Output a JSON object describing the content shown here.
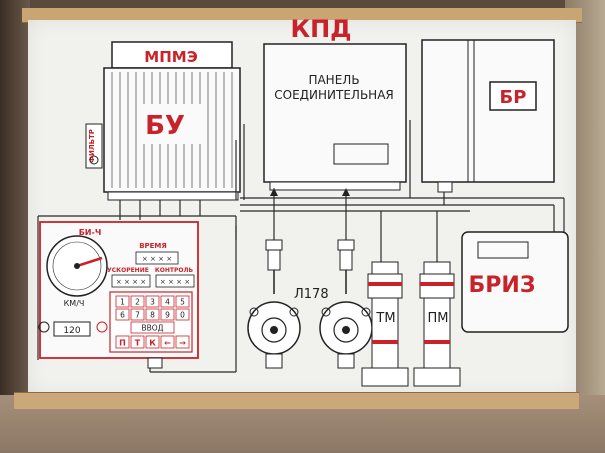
{
  "title": "КПД",
  "blocks": {
    "mpmz_label": "МПМЭ",
    "bu_label": "БУ",
    "filter_label": "ФИЛЬТР",
    "panel_line1": "ПАНЕЛЬ",
    "panel_line2": "СОЕДИНИТЕЛЬНАЯ",
    "br_label": "БР",
    "briz_label": "БРИЗ"
  },
  "sensors": {
    "l178_label": "Л178",
    "tm_label": "ТМ",
    "pm_label": "ПМ"
  },
  "bi": {
    "title": "БИ-Ч",
    "speed_unit": "КМ/Ч",
    "speed_value": "120",
    "vremya_label": "ВРЕМЯ",
    "vremya_value": "× × × ×",
    "uskorenie_label": "УСКОРЕНИЕ",
    "uskorenie_value": "× × × ×",
    "kontrol_label": "КОНТРОЛЬ",
    "kontrol_value": "× × × ×",
    "keys_row1": [
      "1",
      "2",
      "3",
      "4",
      "5"
    ],
    "keys_row2": [
      "6",
      "7",
      "8",
      "9",
      "0"
    ],
    "vvod_label": "ВВОД",
    "keys_row3": [
      "П",
      "Т",
      "К",
      "←",
      "→"
    ]
  },
  "colors": {
    "red": "#c8232a",
    "line": "#2b2b2b",
    "board": "#f1f1ee"
  }
}
